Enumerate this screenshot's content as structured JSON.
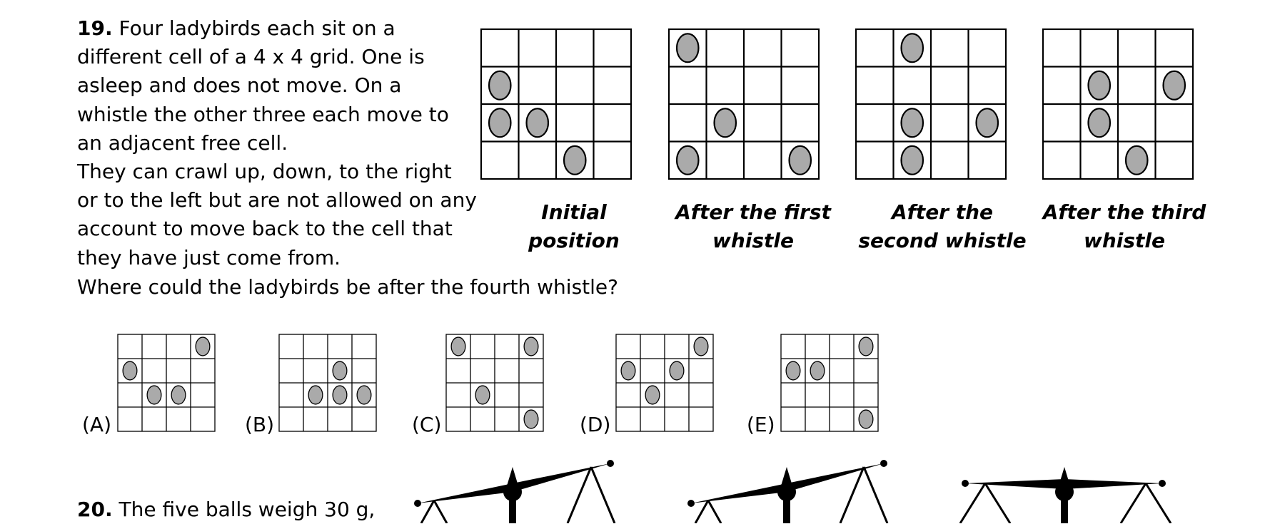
{
  "question19": {
    "number": "19.",
    "lines": [
      "Four ladybirds each sit on a",
      "different cell of a 4 x 4 grid. One is",
      "asleep and does not move. On a",
      "whistle the other three each move to",
      "an adjacent free cell.",
      "They can crawl up, down, to the right",
      "or to the left but are not allowed on any",
      "account to move back to the cell that",
      "they have just come from."
    ],
    "question": "Where could the ladybirds be after the fourth whistle?",
    "sequence": [
      {
        "caption_lines": [
          "Initial",
          "position"
        ],
        "ladybirds": [
          [
            1,
            0
          ],
          [
            2,
            0
          ],
          [
            2,
            1
          ],
          [
            3,
            2
          ]
        ]
      },
      {
        "caption_lines": [
          "After the first",
          "whistle"
        ],
        "ladybirds": [
          [
            0,
            0
          ],
          [
            2,
            1
          ],
          [
            3,
            0
          ],
          [
            3,
            3
          ]
        ]
      },
      {
        "caption_lines": [
          "After the",
          "second whistle"
        ],
        "ladybirds": [
          [
            0,
            1
          ],
          [
            2,
            1
          ],
          [
            2,
            3
          ],
          [
            3,
            1
          ]
        ]
      },
      {
        "caption_lines": [
          "After the third",
          "whistle"
        ],
        "ladybirds": [
          [
            1,
            1
          ],
          [
            1,
            3
          ],
          [
            2,
            1
          ],
          [
            3,
            2
          ]
        ]
      }
    ],
    "options": [
      {
        "label": "(A)",
        "ladybirds": [
          [
            0,
            3
          ],
          [
            1,
            0
          ],
          [
            2,
            1
          ],
          [
            2,
            2
          ]
        ]
      },
      {
        "label": "(B)",
        "ladybirds": [
          [
            1,
            2
          ],
          [
            2,
            1
          ],
          [
            2,
            2
          ],
          [
            2,
            3
          ]
        ]
      },
      {
        "label": "(C)",
        "ladybirds": [
          [
            0,
            0
          ],
          [
            0,
            3
          ],
          [
            2,
            1
          ],
          [
            3,
            3
          ]
        ]
      },
      {
        "label": "(D)",
        "ladybirds": [
          [
            0,
            3
          ],
          [
            1,
            0
          ],
          [
            1,
            2
          ],
          [
            2,
            1
          ]
        ]
      },
      {
        "label": "(E)",
        "ladybirds": [
          [
            0,
            3
          ],
          [
            1,
            0
          ],
          [
            1,
            1
          ],
          [
            3,
            3
          ]
        ]
      }
    ]
  },
  "question20": {
    "number": "20.",
    "text": "The five balls weigh 30 g,"
  },
  "colors": {
    "ladybird_fill": "#aaaaaa",
    "grid_line": "#000000"
  }
}
